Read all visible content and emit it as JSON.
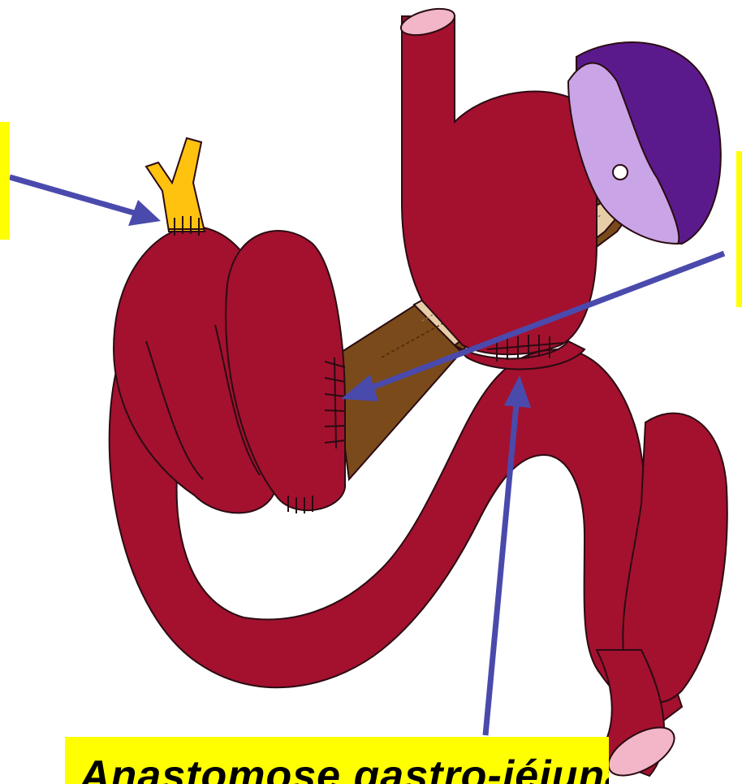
{
  "labels": {
    "left": "",
    "right": "",
    "bottom": "Anastomose gastro-jéjunale"
  },
  "colors": {
    "intestine": "#a3112f",
    "intestine_outline": "#2a0b12",
    "pancreas": "#7a4a1a",
    "pancreas_cut_surface": "#e6cda8",
    "spleen": "#5b1a8c",
    "spleen_hilum": "#c9a4e6",
    "bile_duct": "#ffc20e",
    "arrow": "#4a4aad",
    "label_background": "#ffff00",
    "background": "#ffffff"
  },
  "icons": {
    "arrows": [
      "arrow-to-bile-duct",
      "arrow-to-pancreatic-anastomosis",
      "arrow-to-gastrojejunal-anastomosis"
    ]
  }
}
